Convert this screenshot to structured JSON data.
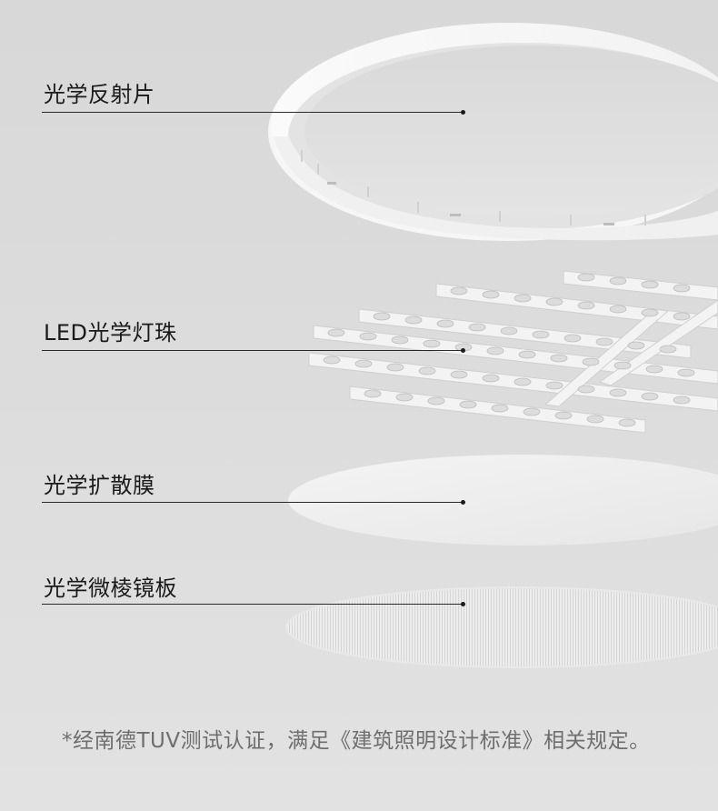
{
  "layers": [
    {
      "name": "光学反射片"
    },
    {
      "name": "LED光学灯珠"
    },
    {
      "name": "光学扩散膜"
    },
    {
      "name": "光学微棱镜板"
    }
  ],
  "footnote": "*经南德TUV测试认证，满足《建筑照明设计标准》相关规定。"
}
